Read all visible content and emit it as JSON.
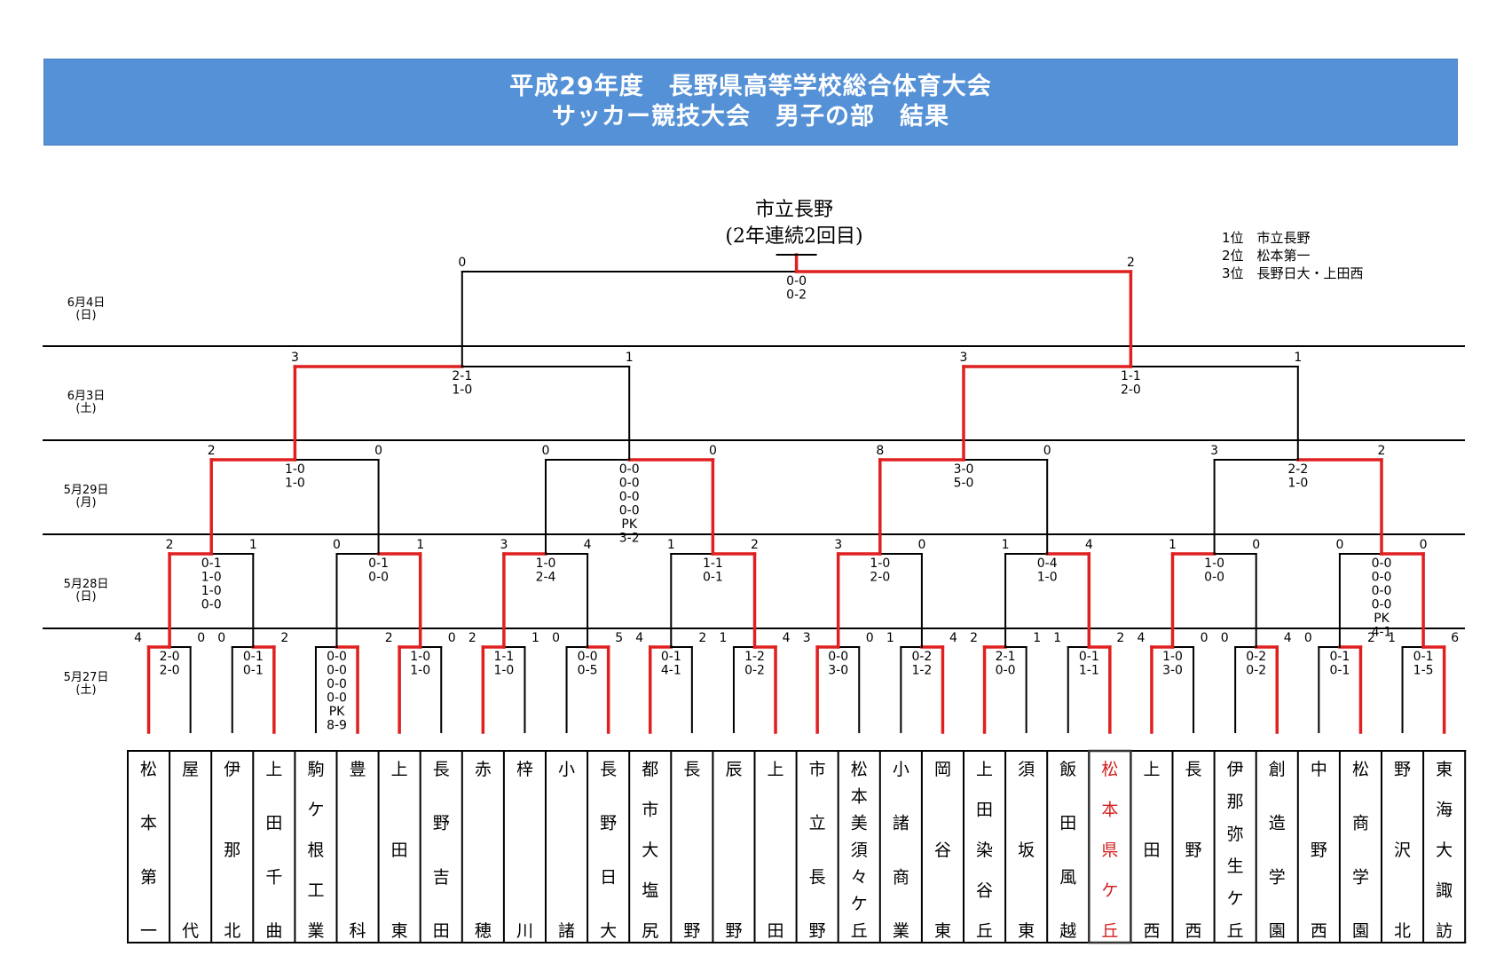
{
  "header": {
    "title_line1": "平成29年度　長野県高等学校総合体育大会",
    "title_line2": "サッカー競技大会　男子の部　結果"
  },
  "champion": {
    "name": "市立長野",
    "note": "(2年連続2回目)"
  },
  "standings": [
    "1位　市立長野",
    "2位　松本第一",
    "3位　長野日大・上田西"
  ],
  "dates": [
    {
      "date": "6月4日",
      "dow": "(日)"
    },
    {
      "date": "6月3日",
      "dow": "(土)"
    },
    {
      "date": "5月29日",
      "dow": "(月)"
    },
    {
      "date": "5月28日",
      "dow": "(日)"
    },
    {
      "date": "5月27日",
      "dow": "(土)"
    }
  ],
  "teams": [
    {
      "name": "松本第一",
      "highlight": false
    },
    {
      "name": "屋代",
      "highlight": false
    },
    {
      "name": "伊那北",
      "highlight": false
    },
    {
      "name": "上田千曲",
      "highlight": false
    },
    {
      "name": "駒ケ根工業",
      "highlight": false
    },
    {
      "name": "豊科",
      "highlight": false
    },
    {
      "name": "上田東",
      "highlight": false
    },
    {
      "name": "長野吉田",
      "highlight": false
    },
    {
      "name": "赤穂",
      "highlight": false
    },
    {
      "name": "梓川",
      "highlight": false
    },
    {
      "name": "小諸",
      "highlight": false
    },
    {
      "name": "長野日大",
      "highlight": false
    },
    {
      "name": "都市大塩尻",
      "highlight": false
    },
    {
      "name": "長野",
      "highlight": false
    },
    {
      "name": "辰野",
      "highlight": false
    },
    {
      "name": "上田",
      "highlight": false
    },
    {
      "name": "市立長野",
      "highlight": false
    },
    {
      "name": "松本美須々ケ丘",
      "highlight": false
    },
    {
      "name": "小諸商業",
      "highlight": false
    },
    {
      "name": "岡谷東",
      "highlight": false
    },
    {
      "name": "上田染谷丘",
      "highlight": false
    },
    {
      "name": "須坂東",
      "highlight": false
    },
    {
      "name": "飯田風越",
      "highlight": false
    },
    {
      "name": "松本県ケ丘",
      "highlight": true
    },
    {
      "name": "上田西",
      "highlight": false
    },
    {
      "name": "長野西",
      "highlight": false
    },
    {
      "name": "伊那弥生ケ丘",
      "highlight": false
    },
    {
      "name": "創造学園",
      "highlight": false
    },
    {
      "name": "中野西",
      "highlight": false
    },
    {
      "name": "松商学園",
      "highlight": false
    },
    {
      "name": "野沢北",
      "highlight": false
    },
    {
      "name": "東海大諏訪",
      "highlight": false
    }
  ],
  "round1": [
    {
      "a": "4",
      "b": "0",
      "halves": [
        "2-0",
        "2-0"
      ],
      "win": 0
    },
    {
      "a": "0",
      "b": "2",
      "halves": [
        "0-1",
        "0-1"
      ],
      "win": 1
    },
    {
      "a": "",
      "b": "",
      "halves": [
        "0-0",
        "0-0",
        "0-0",
        "0-0",
        "PK",
        "8-9"
      ],
      "win": 1
    },
    {
      "a": "2",
      "b": "0",
      "halves": [
        "1-0",
        "1-0"
      ],
      "win": 0
    },
    {
      "a": "2",
      "b": "1",
      "halves": [
        "1-1",
        "1-0"
      ],
      "win": 0
    },
    {
      "a": "0",
      "b": "5",
      "halves": [
        "0-0",
        "0-5"
      ],
      "win": 1
    },
    {
      "a": "4",
      "b": "2",
      "halves": [
        "0-1",
        "4-1"
      ],
      "win": 0
    },
    {
      "a": "1",
      "b": "4",
      "halves": [
        "1-2",
        "0-2"
      ],
      "win": 1
    },
    {
      "a": "3",
      "b": "0",
      "halves": [
        "0-0",
        "3-0"
      ],
      "win": 0
    },
    {
      "a": "1",
      "b": "4",
      "halves": [
        "0-2",
        "1-2"
      ],
      "win": 1
    },
    {
      "a": "2",
      "b": "1",
      "halves": [
        "2-1",
        "0-0"
      ],
      "win": 0
    },
    {
      "a": "1",
      "b": "2",
      "halves": [
        "0-1",
        "1-1"
      ],
      "win": 1
    },
    {
      "a": "4",
      "b": "0",
      "halves": [
        "1-0",
        "3-0"
      ],
      "win": 0
    },
    {
      "a": "0",
      "b": "4",
      "halves": [
        "0-2",
        "0-2"
      ],
      "win": 1
    },
    {
      "a": "0",
      "b": "2",
      "halves": [
        "0-1",
        "0-1"
      ],
      "win": 1
    },
    {
      "a": "1",
      "b": "6",
      "halves": [
        "0-1",
        "1-5"
      ],
      "win": 1
    }
  ],
  "round2": [
    {
      "a": "2",
      "b": "1",
      "halves": [
        "0-1",
        "1-0",
        "1-0",
        "0-0"
      ],
      "win": 0
    },
    {
      "a": "0",
      "b": "1",
      "halves": [
        "0-1",
        "0-0"
      ],
      "win": 1
    },
    {
      "a": "3",
      "b": "4",
      "halves": [
        "1-0",
        "2-4"
      ],
      "win": 0
    },
    {
      "a": "1",
      "b": "2",
      "halves": [
        "1-1",
        "0-1"
      ],
      "win": 1
    },
    {
      "a": "3",
      "b": "0",
      "halves": [
        "1-0",
        "2-0"
      ],
      "win": 0
    },
    {
      "a": "1",
      "b": "4",
      "halves": [
        "0-4",
        "1-0"
      ],
      "win": 1
    },
    {
      "a": "1",
      "b": "0",
      "halves": [
        "1-0",
        "0-0"
      ],
      "win": 0
    },
    {
      "a": "0",
      "b": "0",
      "halves": [
        "0-0",
        "0-0",
        "0-0",
        "0-0",
        "PK",
        "4-1"
      ],
      "win": 1
    }
  ],
  "round3": [
    {
      "a": "2",
      "b": "0",
      "halves": [
        "1-0",
        "1-0"
      ],
      "win": 0
    },
    {
      "a": "0",
      "b": "0",
      "halves": [
        "0-0",
        "0-0",
        "0-0",
        "0-0",
        "PK",
        "3-2"
      ],
      "win": 1
    },
    {
      "a": "8",
      "b": "0",
      "halves": [
        "3-0",
        "5-0"
      ],
      "win": 0
    },
    {
      "a": "3",
      "b": "2",
      "halves": [
        "2-2",
        "1-0"
      ],
      "win": 1
    }
  ],
  "round4": [
    {
      "a": "3",
      "b": "1",
      "halves": [
        "2-1",
        "1-0"
      ],
      "win": 0
    },
    {
      "a": "3",
      "b": "1",
      "halves": [
        "1-1",
        "2-0"
      ],
      "win": 0
    }
  ],
  "final": [
    {
      "a": "0",
      "b": "2",
      "halves": [
        "0-0",
        "0-2"
      ],
      "win": 1
    }
  ],
  "colors": {
    "header_bg": "#5591d6",
    "win_line": "#e02020",
    "lose_line": "#000000",
    "highlight_text": "#d32020"
  }
}
